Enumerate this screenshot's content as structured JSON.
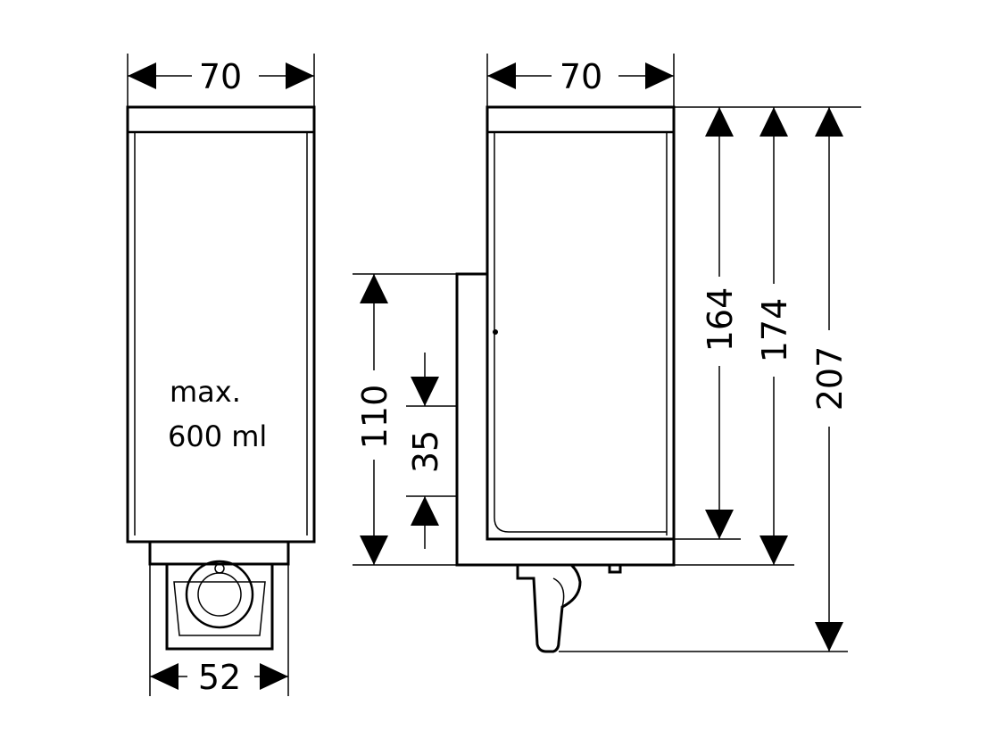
{
  "front_view": {
    "width_top": "70",
    "width_bottom": "52",
    "capacity_line1": "max.",
    "capacity_line2": "600 ml"
  },
  "side_view": {
    "width_top": "70",
    "height_164": "164",
    "height_174": "174",
    "height_207": "207",
    "height_110": "110",
    "height_35": "35"
  }
}
